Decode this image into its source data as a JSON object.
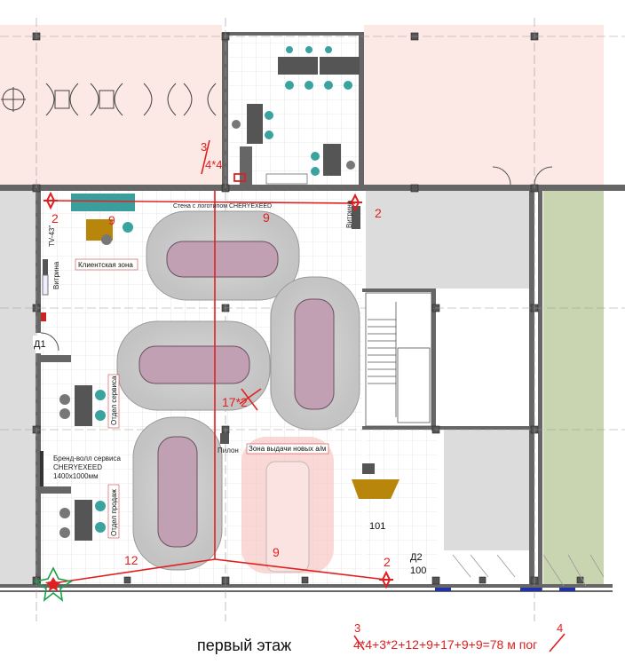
{
  "plan": {
    "floor_caption": "первый этаж",
    "formula_text": "4*4+3*2+12+9+17+9+9=78 м пог",
    "formula_correction_3": "3",
    "formula_correction_4": "4",
    "labels": {
      "tv": "TV-43\"",
      "vitrina_left": "Витрина",
      "vitrina_right": "Витрина",
      "client_zone": "Клиентская зона",
      "stand": "Стена с логотипом CHERYEXEED",
      "service_dept": "Отдел сервиса",
      "sales_dept": "Отдел продаж",
      "brand_wall_line1": "Бренд-волл сервиса",
      "brand_wall_line2": "CHERYEXEED",
      "brand_wall_line3": "1400х1000мм",
      "pylon": "Пилон",
      "delivery_zone": "Зона выдачи новых а/м",
      "d1": "Д1",
      "d2": "Д2",
      "room_101": "101",
      "room_100": "100"
    },
    "measurements": {
      "top_3": "3",
      "top_4x4": "4*4",
      "left_2": "2",
      "right_2": "2",
      "mid_9_top": "9",
      "car_9": "9",
      "crossed_17x2": "17*2",
      "bottom_12": "12",
      "bottom_9": "9",
      "bottom_right_2": "2"
    }
  }
}
